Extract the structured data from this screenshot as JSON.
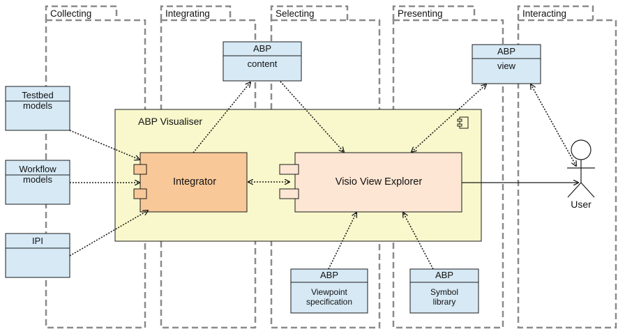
{
  "lanes": [
    "Collecting",
    "Integrating",
    "Selecting",
    "Presenting",
    "Interacting"
  ],
  "container": {
    "label": "ABP Visualiser",
    "icon": "component-icon"
  },
  "components": {
    "integrator": {
      "label": "Integrator"
    },
    "explorer": {
      "label": "Visio View Explorer"
    }
  },
  "artifacts": {
    "testbed": {
      "body": [
        "Testbed",
        "models"
      ]
    },
    "workflow": {
      "body": [
        "Workflow",
        "models"
      ]
    },
    "ipi": {
      "body": [
        "IPI"
      ]
    },
    "abp_content": {
      "title": "ABP",
      "body": [
        "content"
      ]
    },
    "abp_view": {
      "title": "ABP",
      "body": [
        "view"
      ]
    },
    "abp_viewpoint": {
      "title": "ABP",
      "body": [
        "Viewpoint",
        "specification"
      ]
    },
    "abp_symbol": {
      "title": "ABP",
      "body": [
        "Symbol",
        "library"
      ]
    }
  },
  "actor": {
    "label": "User",
    "icon": "stick-figure-icon"
  },
  "colors": {
    "lane_border": "#8a8a8a",
    "artifact_fill": "#d6e9f5",
    "container_fill": "#f8f8cc",
    "integrator_fill": "#f8c898",
    "explorer_fill": "#fde6d4",
    "line": "#1a1a1a"
  }
}
